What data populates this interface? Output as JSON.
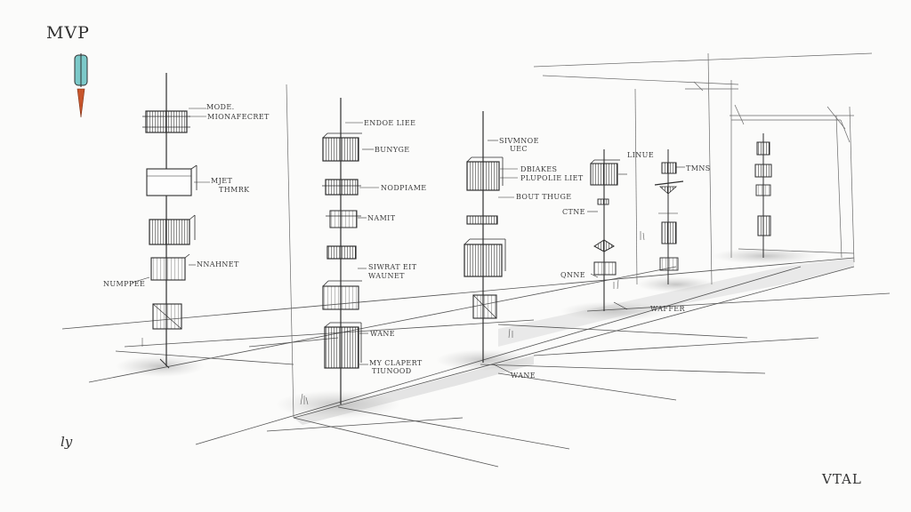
{
  "title": "MVP",
  "signature_left": "ly",
  "signature_right": "VTAL",
  "palette": {
    "ink": "#2e2e2e",
    "pencil": "#8a8a8a",
    "shadow": "#bdbdbd",
    "paper": "#fbfbfa",
    "marker_teal": "#7cc9c9",
    "marker_orange": "#c8552b"
  },
  "annotations": [
    {
      "id": "a1",
      "text": "MODE."
    },
    {
      "id": "a2",
      "text": "MIONAFECRET"
    },
    {
      "id": "a3",
      "text": "MJET"
    },
    {
      "id": "a4",
      "text": "THMRK"
    },
    {
      "id": "a5",
      "text": "NNAHNET"
    },
    {
      "id": "a6",
      "text": "NUMPPEE"
    },
    {
      "id": "a7",
      "text": "ENDOE LIEE"
    },
    {
      "id": "a8",
      "text": "BUNYGE"
    },
    {
      "id": "a9",
      "text": "NODPIAME"
    },
    {
      "id": "a10",
      "text": "NAMIT"
    },
    {
      "id": "a11",
      "text": "SIWRAT EIT"
    },
    {
      "id": "a12",
      "text": "WAUNET"
    },
    {
      "id": "a13",
      "text": "WANE"
    },
    {
      "id": "a14",
      "text": "MY CLAPERT"
    },
    {
      "id": "a15",
      "text": "TIUNOOD"
    },
    {
      "id": "a16",
      "text": "SIVMNOE"
    },
    {
      "id": "a17",
      "text": "UEC"
    },
    {
      "id": "a18",
      "text": "DBIAKES"
    },
    {
      "id": "a19",
      "text": "PLUPOLIE LIET"
    },
    {
      "id": "a20",
      "text": "BOUT THUGE"
    },
    {
      "id": "a21",
      "text": "WANE"
    },
    {
      "id": "a22",
      "text": "LINUE"
    },
    {
      "id": "a23",
      "text": "CTNE"
    },
    {
      "id": "a24",
      "text": "QNNE"
    },
    {
      "id": "a25",
      "text": "WAFFER"
    },
    {
      "id": "a26",
      "text": "TMNS"
    }
  ]
}
